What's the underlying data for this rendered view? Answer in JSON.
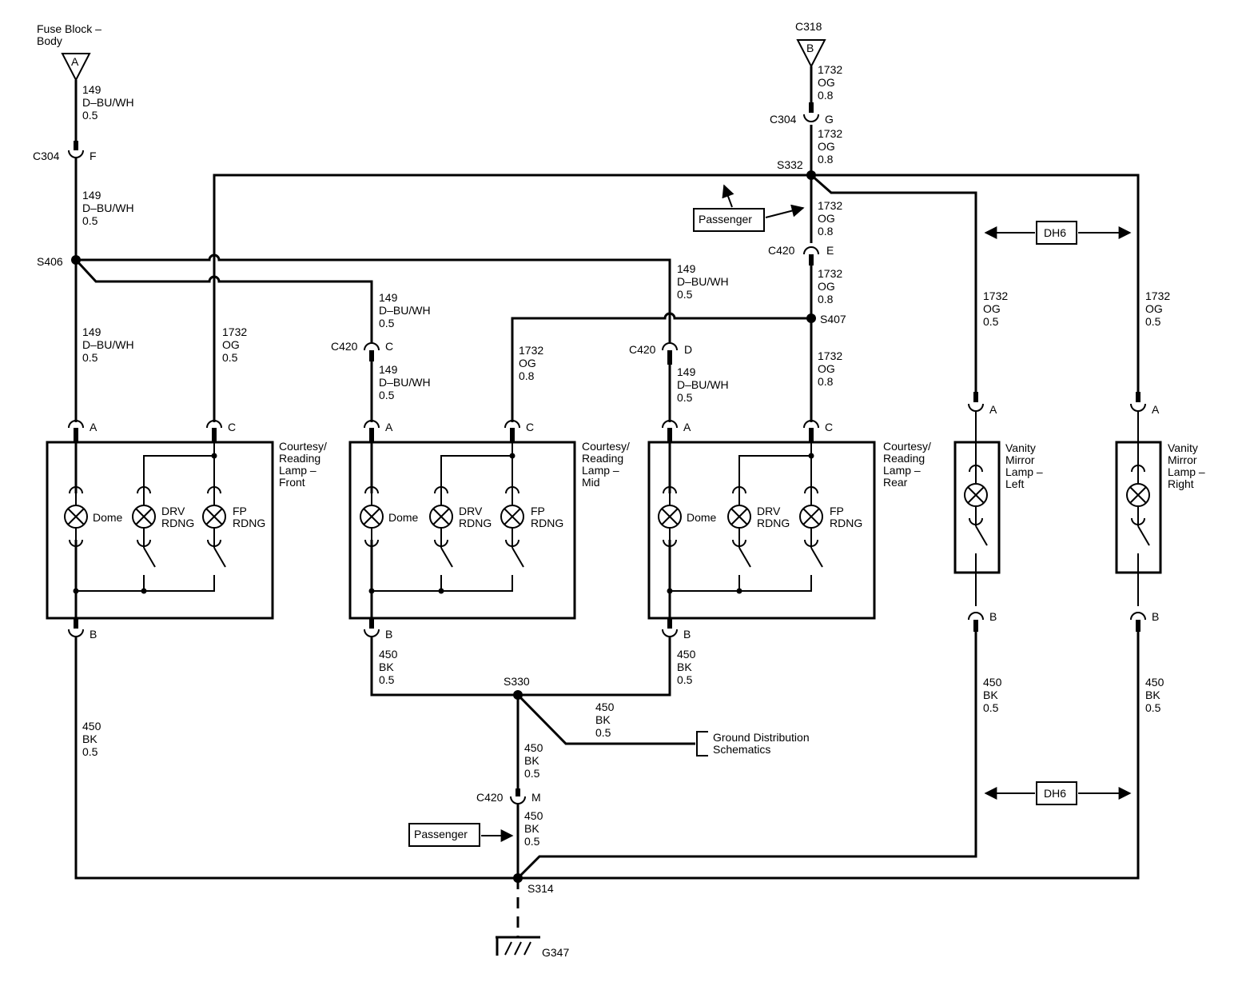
{
  "sources": {
    "fuse_block": {
      "title": [
        "Fuse Block –",
        "Body"
      ],
      "letter": "A"
    },
    "c318": {
      "title": "C318",
      "letter": "B"
    }
  },
  "wires": {
    "w149_top": [
      "149",
      "D–BU/WH",
      "0.5"
    ],
    "w149_mid": [
      "149",
      "D–BU/WH",
      "0.5"
    ],
    "w149_front": [
      "149",
      "D–BU/WH",
      "0.5"
    ],
    "w149_midlamp_up": [
      "149",
      "D–BU/WH",
      "0.5"
    ],
    "w149_midlamp_down": [
      "149",
      "D–BU/WH",
      "0.5"
    ],
    "w149_rear_up": [
      "149",
      "D–BU/WH",
      "0.5"
    ],
    "w149_rear_down": [
      "149",
      "D–BU/WH",
      "0.5"
    ],
    "w1732_top": [
      "1732",
      "OG",
      "0.8"
    ],
    "w1732_c304": [
      "1732",
      "OG",
      "0.8"
    ],
    "w1732_s332": [
      "1732",
      "OG",
      "0.8"
    ],
    "w1732_c420": [
      "1732",
      "OG",
      "0.8"
    ],
    "w1732_front": [
      "1732",
      "OG",
      "0.5"
    ],
    "w1732_mid": [
      "1732",
      "OG",
      "0.8"
    ],
    "w1732_rear": [
      "1732",
      "OG",
      "0.8"
    ],
    "w1732_vl": [
      "1732",
      "OG",
      "0.5"
    ],
    "w1732_vr": [
      "1732",
      "OG",
      "0.5"
    ],
    "w450_front": [
      "450",
      "BK",
      "0.5"
    ],
    "w450_mid": [
      "450",
      "BK",
      "0.5"
    ],
    "w450_rear": [
      "450",
      "BK",
      "0.5"
    ],
    "w450_gd": [
      "450",
      "BK",
      "0.5"
    ],
    "w450_s330": [
      "450",
      "BK",
      "0.5"
    ],
    "w450_c420": [
      "450",
      "BK",
      "0.5"
    ],
    "w450_vl": [
      "450",
      "BK",
      "0.5"
    ],
    "w450_vr": [
      "450",
      "BK",
      "0.5"
    ]
  },
  "connectors": {
    "c304_f": {
      "name": "C304",
      "pin": "F"
    },
    "c304_g": {
      "name": "C304",
      "pin": "G"
    },
    "c420_e": {
      "name": "C420",
      "pin": "E"
    },
    "c420_c": {
      "name": "C420",
      "pin": "C"
    },
    "c420_d": {
      "name": "C420",
      "pin": "D"
    },
    "c420_m": {
      "name": "C420",
      "pin": "M"
    }
  },
  "splices": {
    "s406": "S406",
    "s332": "S332",
    "s407": "S407",
    "s330": "S330",
    "s314": "S314"
  },
  "ground": "G347",
  "pins": {
    "a": "A",
    "b": "B",
    "c": "C"
  },
  "lamps": {
    "front": [
      "Courtesy/",
      "Reading",
      "Lamp –",
      "Front"
    ],
    "mid": [
      "Courtesy/",
      "Reading",
      "Lamp –",
      "Mid"
    ],
    "rear": [
      "Courtesy/",
      "Reading",
      "Lamp –",
      "Rear"
    ],
    "vanity_left": [
      "Vanity",
      "Mirror",
      "Lamp –",
      "Left"
    ],
    "vanity_right": [
      "Vanity",
      "Mirror",
      "Lamp –",
      "Right"
    ],
    "bulb_dome": "Dome",
    "bulb_drv": [
      "DRV",
      "RDNG"
    ],
    "bulb_fp": [
      "FP",
      "RDNG"
    ]
  },
  "refs": {
    "passenger": "Passenger",
    "dh6": "DH6",
    "ground_dist": [
      "Ground Distribution",
      "Schematics"
    ]
  }
}
